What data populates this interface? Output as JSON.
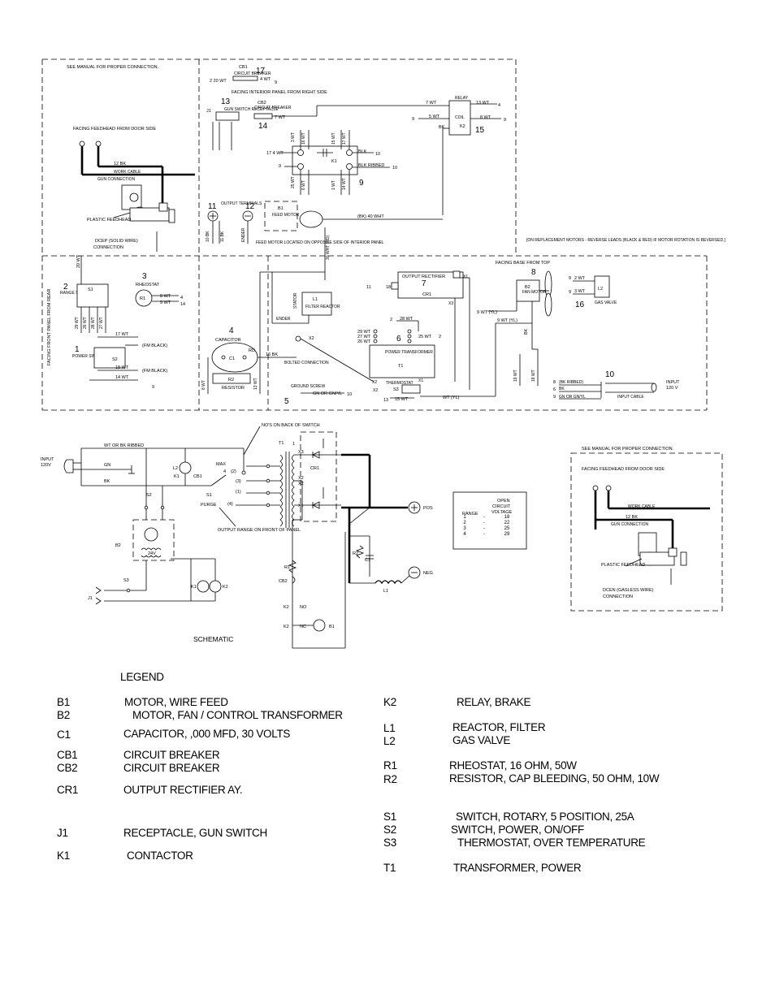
{
  "panel_upper_left": {
    "note": "SEE MANUAL FOR PROPER CONNECTION.",
    "facing": "FACING FEEDHEAD FROM DOOR SIDE",
    "wire_12bk": "12 BK",
    "work_cable": "WORK CABLE",
    "gun_connection": "GUN CONNECTION",
    "plastic_feedhead": "PLASTIC FEEDHEAD",
    "dcep": "DCEP (SOLID WIRE)",
    "connection": "CONNECTION"
  },
  "panel_interior": {
    "facing": "FACING INTERIOR PANEL FROM RIGHT SIDE",
    "cb1_num": "17",
    "cb1_label": "CB1",
    "cb1_sub": "CIRCUIT BREAKER",
    "w20": "2  20 WT",
    "w4wt": "4 WT",
    "w9": "9",
    "j1_num": "13",
    "j1_label": "J1",
    "gun_switch": "GUN SWITCH RECEPTACLE",
    "cb2_num": "14",
    "cb2_label": "CB2",
    "cb2_sub": "CIRCUIT BREAKER",
    "w7": "7 WT",
    "relay": "RELAY",
    "w7r": "7 WT",
    "w13": "13 WT",
    "n4": "4",
    "n9": "9",
    "w5": "5 WT",
    "w8": "8 WT",
    "coil": "COIL",
    "bk": "BK",
    "k2": "K2",
    "k2_num": "15",
    "k1": "K1",
    "k1_num": "9",
    "blk": "BLK",
    "n10": "10",
    "blk_ribbed": "BLK RIBBED",
    "n10b": "10",
    "w17": "17 4 WT",
    "t11": "11",
    "output_terminals": "OUTPUT TERMINALS",
    "t12": "12",
    "b1": "B1",
    "feed_motor": "FEED MOTOR",
    "bk40": "(BK)   40 WHT",
    "feed_note": "FEED MOTOR LOCATED ON OPPOSITE SIDE OF INTERIOR PANEL",
    "w10bk": "10 BK",
    "w11bk": "11 BK",
    "ender": "ENDER",
    "w30": "30 WHT (RD)",
    "w3": "3 WT",
    "w16": "16 WT",
    "w15": "15 WT",
    "w17b": "17 WT",
    "w25": "25 WT",
    "w6": "6 WT",
    "w1": "1 WT",
    "w14": "14 WT"
  },
  "panel_front": {
    "facing": "FACING FRONT PANEL FROM REAR",
    "range_num": "2",
    "range_switch": "RANGE SWITCH",
    "rheo_num": "3",
    "rheostat": "RHEOSTAT",
    "r1": "R1",
    "w8": "8 WT",
    "w9": "9 WT",
    "n4": "4",
    "n14": "14",
    "w20": "20 WT",
    "w29": "29 WT",
    "w26": "26 WT",
    "w28": "28 WT",
    "w27": "27 WT",
    "pwr_num": "1",
    "power_switch": "POWER SWITCH",
    "s2": "S2",
    "w17": "17 WT",
    "w18": "18 WT",
    "w14": "14 WT",
    "fm_black": "(FM BLACK)",
    "s1": "S1",
    "n9": "9",
    "cap_num": "4",
    "capacitor": "CAPACITOR",
    "c1": "C1",
    "rd": "RD",
    "r2": "R2",
    "resistor": "RESISTOR",
    "w16bk": "16 BK",
    "w3": "3",
    "w8b": "8 WT",
    "w13": "13 WT",
    "w15": "15",
    "stator": "STATOR",
    "l1": "L1",
    "filter_reactor": "FILTER REACTOR",
    "ender": "ENDER",
    "x2": "X2",
    "bolted": "BOLTED CONNECTION",
    "ground_num": "5",
    "ground_screw": "GROUND SCREW",
    "gn": "GN OR GN/YL",
    "n10": "10",
    "x1": "X1",
    "x3": "X3"
  },
  "panel_base": {
    "note": "[ON REPLACEMENT MOTORS - REVERSE LEADS (BLACK & RED) IF MOTOR ROTATION IS REVERSED.]",
    "facing": "FACING BASE FROM TOP",
    "output_rectifier": "OUTPUT RECTIFIER",
    "or_num": "7",
    "cr1": "CR1",
    "n11": "11",
    "n18": "18",
    "x1": "X1",
    "x3": "X3",
    "pt_num": "6",
    "power_transformer": "POWER TRANSFORMER",
    "t1": "T1",
    "w28": "28 WT",
    "w29": "29 WT",
    "w27": "27 WT",
    "w26": "26 WT",
    "w25": "25 WT",
    "n2": "2",
    "thermostat": "THERMOSTAT",
    "s3": "S3",
    "x2": "X2",
    "w13": "13",
    "w15": "15 WT",
    "wt_yl": "WT (YL)",
    "fan_num": "8",
    "b2": "B2",
    "fan_motor": "FAN MOTOR",
    "w9yl": "9  WT (YL)",
    "w9": "9",
    "bk": "BK",
    "gv_num": "16",
    "l2": "L2",
    "gas_valve": "GAS VALVE",
    "w2": "2 WT",
    "w3": "3 WT",
    "n9": "9",
    "in_num": "10",
    "input": "INPUT",
    "v120": "120 V",
    "input_cable": "INPUT CABLE",
    "bk_ribbed": "(BK RIBBED)",
    "bkw": "BK",
    "gn": "GN OR GN/YL",
    "w19": "19 WT",
    "w18": "18 WT",
    "n8": "8",
    "n6": "6",
    "n9b": "9"
  },
  "schematic": {
    "title": "SCHEMATIC",
    "input": "INPUT",
    "v": "120V",
    "gn": "GN",
    "bk": "BK",
    "wt_or_bk": "WT OR BK RIBBED",
    "nos_back": "NO'S ON BACK OF SWITCH",
    "max": "MAX",
    "purge": "PURGE",
    "l2": "L2",
    "k1": "K1",
    "cb1": "CB1",
    "s1": "S1",
    "s2": "S2",
    "t1": "T1",
    "n4": "4",
    "n2": "(2)",
    "n3": "(3)",
    "n1": "(1)",
    "n4b": "(4)",
    "n1b": "1",
    "output_range": "OUTPUT RANGE ON FRONT OF PANEL",
    "x3": "X3",
    "x2": "X2",
    "x1": "X1",
    "cr1": "CR1",
    "pos": "POS",
    "neg": "NEG",
    "b2": "B2",
    "v24": "24V",
    "s3": "S3",
    "j1": "J1",
    "k1b": "K1",
    "k2": "K2",
    "r1": "R1",
    "cb2": "CB2",
    "k2no": "K2",
    "no": "NO",
    "k2nc": "K2",
    "nc": "NC",
    "b1": "B1",
    "r2": "R2",
    "c1": "C1",
    "l1": "L1"
  },
  "voltage_table": {
    "header_open": "OPEN",
    "header_circuit": "CIRCUIT",
    "header_voltage": "VOLTAGE",
    "header_range": "RANGE",
    "rows": [
      [
        "1",
        "-",
        "18"
      ],
      [
        "2",
        "-",
        "22"
      ],
      [
        "3",
        "-",
        "25"
      ],
      [
        "4",
        "-",
        "29"
      ]
    ]
  },
  "panel_dcen": {
    "note": "SEE MANUAL FOR PROPER CONNECTION.",
    "facing": "FACING FEEDHEAD FROM DOOR SIDE",
    "work_cable": "WORK CABLE",
    "wire_12bk": "12 BK",
    "gun_connection": "GUN CONNECTION",
    "plastic_feedhead": "PLASTIC FEEDHEAD",
    "dcen": "DCEN (GASLESS WIRE)",
    "connection": "CONNECTION"
  },
  "legend": {
    "title": "LEGEND",
    "left": [
      {
        "code": "B1",
        "desc": "MOTOR, WIRE FEED"
      },
      {
        "code": "B2",
        "desc": "MOTOR, FAN / CONTROL TRANSFORMER"
      },
      {
        "code": "C1",
        "desc": "CAPACITOR,  ,000 MFD, 30 VOLTS"
      },
      {
        "code": "CB1",
        "desc": "CIRCUIT BREAKER"
      },
      {
        "code": "CB2",
        "desc": "CIRCUIT BREAKER"
      },
      {
        "code": "CR1",
        "desc": "OUTPUT RECTIFIER AY."
      },
      {
        "code": "J1",
        "desc": "RECEPTACLE, GUN SWITCH"
      },
      {
        "code": "K1",
        "desc": "CONTACTOR"
      }
    ],
    "right": [
      {
        "code": "K2",
        "desc": "RELAY, BRAKE"
      },
      {
        "code": "L1",
        "desc": "REACTOR, FILTER"
      },
      {
        "code": "L2",
        "desc": "GAS VALVE"
      },
      {
        "code": "R1",
        "desc": "RHEOSTAT, 16 OHM, 50W"
      },
      {
        "code": "R2",
        "desc": "RESISTOR, CAP BLEEDING, 50 OHM, 10W"
      },
      {
        "code": "S1",
        "desc": "SWITCH, ROTARY, 5 POSITION, 25A"
      },
      {
        "code": "S2",
        "desc": "SWITCH, POWER, ON/OFF"
      },
      {
        "code": "S3",
        "desc": "THERMOSTAT, OVER TEMPERATURE"
      },
      {
        "code": "T1",
        "desc": "TRANSFORMER, POWER"
      }
    ]
  }
}
